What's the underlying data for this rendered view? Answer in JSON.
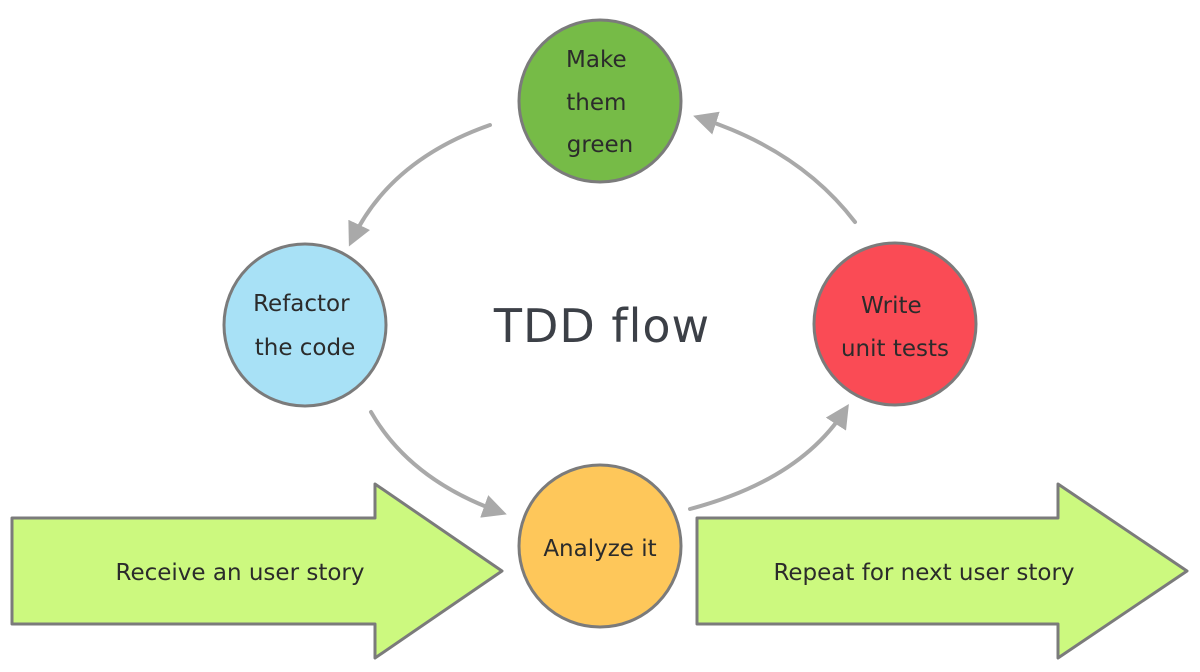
{
  "title": "TDD flow",
  "nodes": {
    "make_green": {
      "lines": [
        "Make",
        "them",
        "green"
      ],
      "color": "#76bb47"
    },
    "write_tests": {
      "lines": [
        "Write",
        "unit tests"
      ],
      "color": "#fa4b55"
    },
    "refactor": {
      "lines": [
        "Refactor",
        "the code"
      ],
      "color": "#a8e1f6"
    },
    "analyze": {
      "lines": [
        "Analyze it"
      ],
      "color": "#fec75a"
    }
  },
  "banners": {
    "receive": {
      "label": "Receive an user story",
      "color": "#ccf97f"
    },
    "repeat": {
      "label": "Repeat for next user story",
      "color": "#ccf97f"
    }
  },
  "colors": {
    "outline": "#7b7b7b",
    "connector": "#a9a9a9"
  }
}
